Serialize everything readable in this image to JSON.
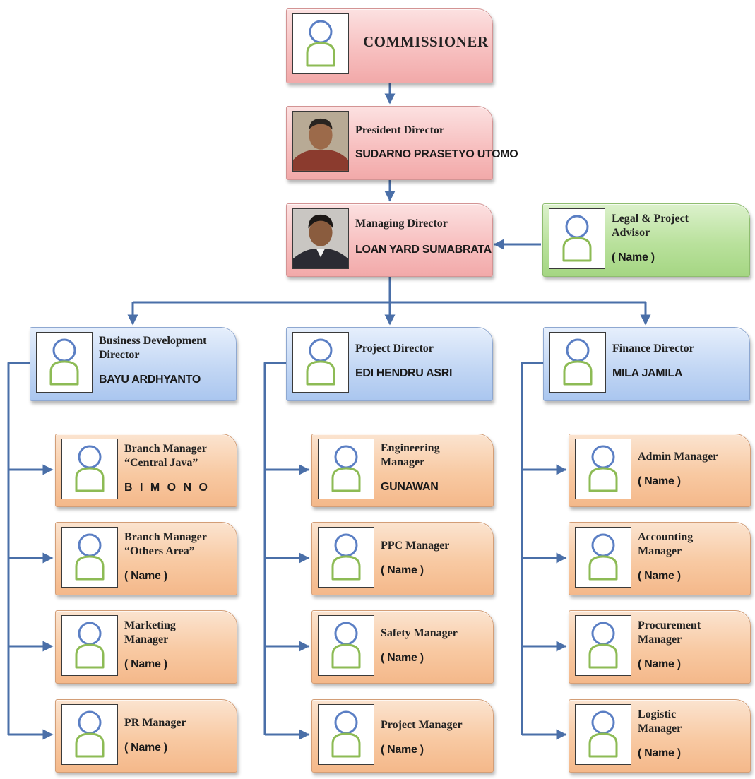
{
  "colors": {
    "red": "#f7c0c0",
    "green": "#b9e19c",
    "blue": "#c3d7f4",
    "orange": "#f8c9a2",
    "connector": "#4a6fa8",
    "person_head": "#5b7fc4",
    "person_body": "#8dbb55"
  },
  "commissioner": {
    "title": "COMMISSIONER",
    "icon": "person-placeholder-icon"
  },
  "president": {
    "title": "President Director",
    "name": "SUDARNO PRASETYO UTOMO",
    "icon": "person-photo-icon"
  },
  "managing": {
    "title": "Managing Director",
    "name": "LOAN YARD SUMABRATA",
    "icon": "person-photo-icon"
  },
  "advisor": {
    "title": "Legal & Project Advisor",
    "name": "( Name )",
    "icon": "person-placeholder-icon"
  },
  "business": {
    "title": "Business Development Director",
    "name": "BAYU ARDHYANTO",
    "managers": [
      {
        "title": "Branch Manager “Central Java”",
        "name": "B I M O N O"
      },
      {
        "title": "Branch Manager “Others Area”",
        "name": "( Name )"
      },
      {
        "title": "Marketing Manager",
        "name": "( Name )"
      },
      {
        "title": "PR Manager",
        "name": "( Name )"
      }
    ]
  },
  "project": {
    "title": "Project Director",
    "name": "EDI HENDRU ASRI",
    "managers": [
      {
        "title": "Engineering Manager",
        "name": "GUNAWAN"
      },
      {
        "title": "PPC Manager",
        "name": "( Name )"
      },
      {
        "title": "Safety Manager",
        "name": "( Name )"
      },
      {
        "title": "Project Manager",
        "name": "( Name )"
      }
    ]
  },
  "finance": {
    "title": "Finance Director",
    "name": "MILA JAMILA",
    "managers": [
      {
        "title": "Admin Manager",
        "name": "( Name )"
      },
      {
        "title": "Accounting Manager",
        "name": "( Name )"
      },
      {
        "title": "Procurement Manager",
        "name": "( Name )"
      },
      {
        "title": "Logistic Manager",
        "name": "( Name )"
      }
    ]
  }
}
